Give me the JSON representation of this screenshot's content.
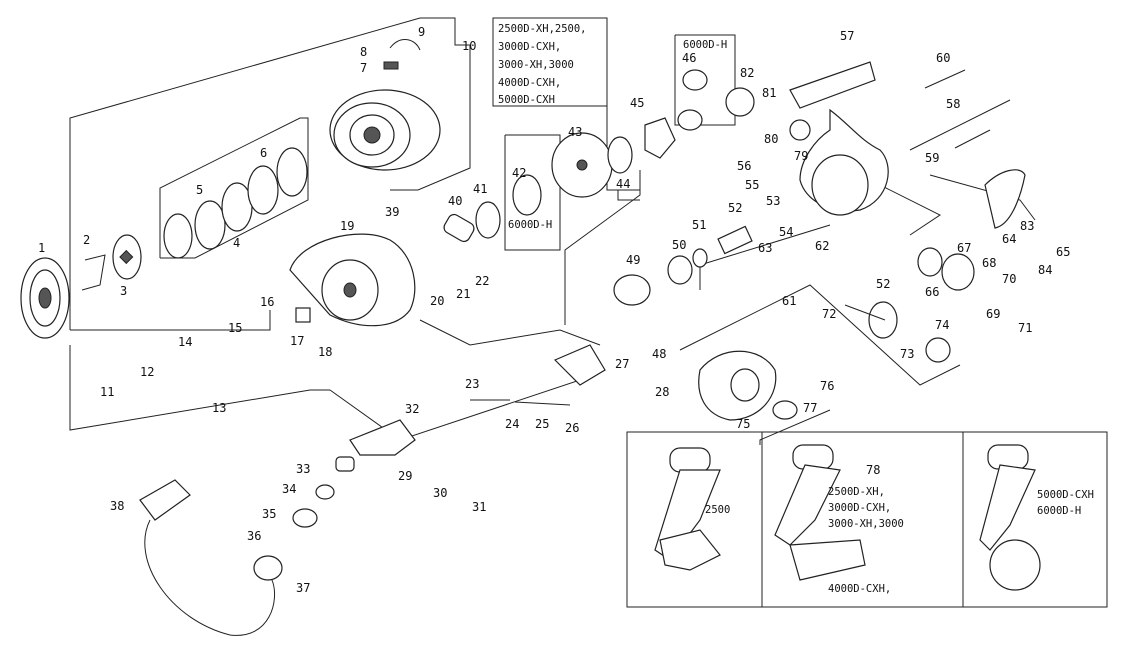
{
  "parts": [
    "1",
    "2",
    "3",
    "4",
    "5",
    "6",
    "7",
    "8",
    "9",
    "10",
    "11",
    "12",
    "13",
    "14",
    "15",
    "16",
    "17",
    "18",
    "19",
    "20",
    "21",
    "22",
    "23",
    "24",
    "25",
    "26",
    "27",
    "28",
    "29",
    "30",
    "31",
    "32",
    "33",
    "34",
    "35",
    "36",
    "37",
    "38",
    "39",
    "40",
    "41",
    "42",
    "43",
    "44",
    "45",
    "46",
    "48",
    "49",
    "50",
    "51",
    "52",
    "53",
    "54",
    "55",
    "56",
    "57",
    "58",
    "59",
    "60",
    "61",
    "62",
    "63",
    "64",
    "65",
    "66",
    "67",
    "68",
    "69",
    "70",
    "71",
    "72",
    "73",
    "74",
    "75",
    "76",
    "77",
    "78",
    "79",
    "80",
    "81",
    "82",
    "83",
    "84"
  ],
  "second_52": "52",
  "notes": {
    "spool_models": [
      "2500D-XH,2500,",
      "3000D-CXH,",
      "3000-XH,3000",
      "4000D-CXH,",
      "5000D-CXH"
    ],
    "model_6000_a": "6000D-H",
    "model_6000_b": "6000D-H"
  },
  "handles": {
    "panel1": [
      "2500"
    ],
    "panel2": [
      "2500D-XH,",
      "3000D-CXH,",
      "3000-XH,3000"
    ],
    "panel2_bottom": "4000D-CXH,",
    "panel3": [
      "5000D-CXH",
      "6000D-H"
    ]
  }
}
